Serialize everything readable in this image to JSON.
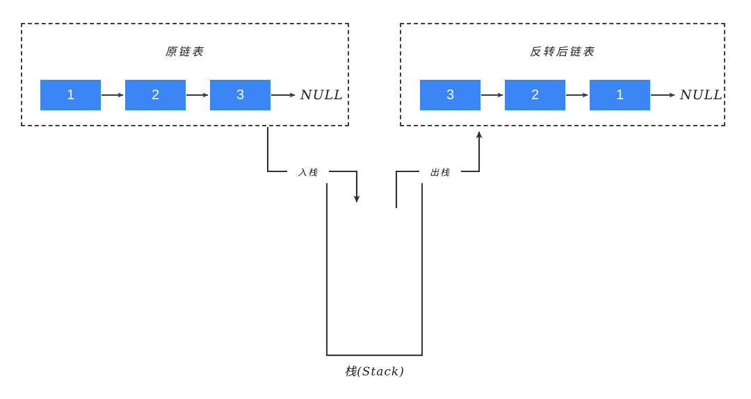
{
  "diagram": {
    "title_original": "原链表",
    "title_reversed": "反转后链表",
    "stack_label": "栈(Stack)",
    "push_label": "入栈",
    "pop_label": "出栈",
    "null_terminator": "NULL",
    "colors": {
      "node_fill": "#3b85f5",
      "node_text": "#ffffff",
      "arrow": "#3b3b3b",
      "panel_border": "#3d3d3d",
      "connector": "#3b3b3b",
      "stack_border": "#3d3d3d",
      "background": "#ffffff"
    },
    "original_list": {
      "nodes": [
        "1",
        "2",
        "3"
      ],
      "terminator": "NULL"
    },
    "reversed_list": {
      "nodes": [
        "3",
        "2",
        "1"
      ],
      "terminator": "NULL"
    }
  }
}
